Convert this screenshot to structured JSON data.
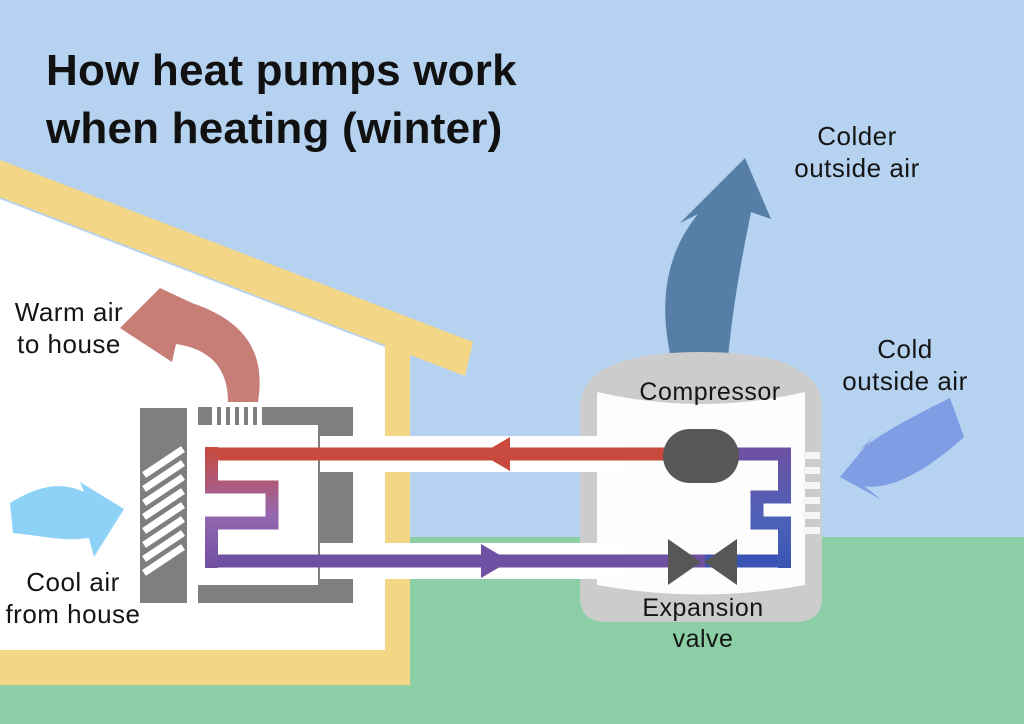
{
  "title": {
    "text": "How heat pumps work\nwhen heating (winter)"
  },
  "labels": {
    "warm_air": "Warm air\nto house",
    "cool_air": "Cool air\nfrom house",
    "colder_outside_air": "Colder\noutside air",
    "cold_outside_air": "Cold\noutside air",
    "compressor": "Compressor",
    "expansion_valve": "Expansion\nvalve"
  },
  "colors": {
    "sky": "#b5d2f0",
    "ground": "#8ccfa6",
    "house_yellow": "#f4d687",
    "interior_white": "#ffffff",
    "unit_gray": "#7f7f7f",
    "shell_gray": "#cccccc",
    "panel_white": "#fdfdfd",
    "dark_gray": "#575757",
    "pipe_hot_red": "#c8493d",
    "pipe_mid_warm": "#9668b0",
    "pipe_purple": "#6f50a2",
    "pipe_mid_cold": "#4b62b8",
    "pipe_cold_blue": "#3a54b4",
    "warm_air_arrow": "#c67e77",
    "cool_air_arrow": "#8ed2f7",
    "cold_air_arrow": "#7f9de4",
    "colder_air_arrow": "#567ea6",
    "vent_white": "#f5f5f5",
    "text": "#151515"
  }
}
